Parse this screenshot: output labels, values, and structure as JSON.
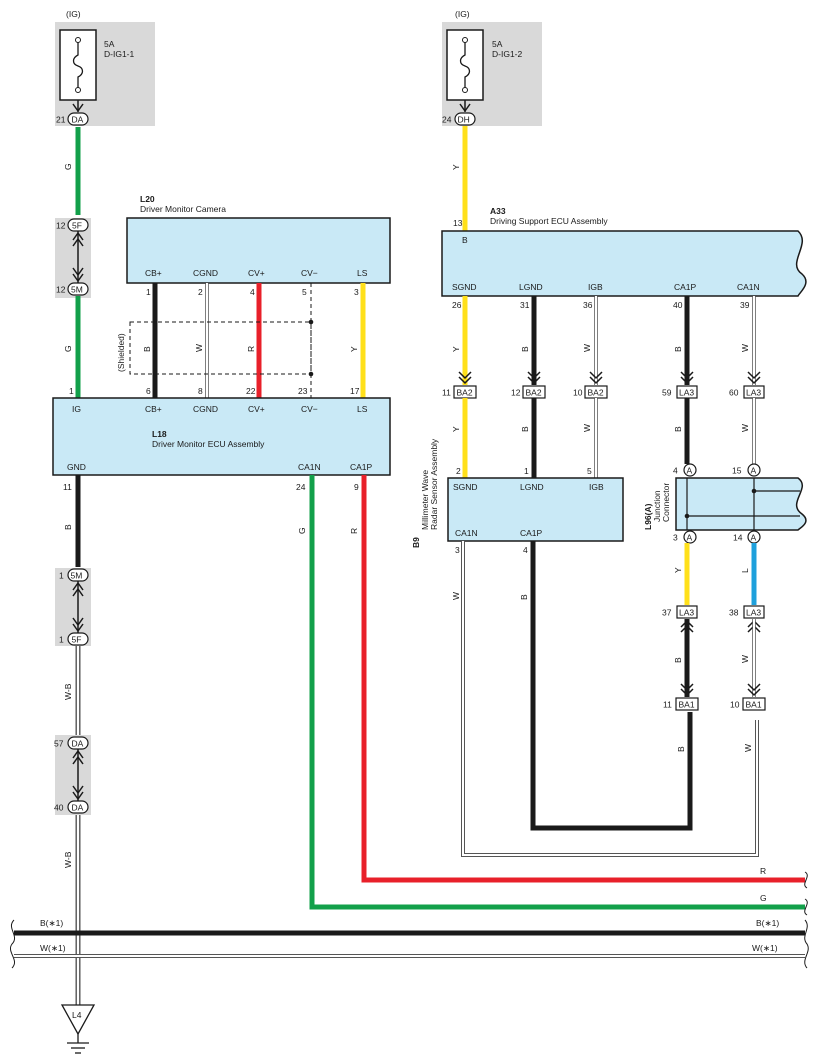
{
  "colors": {
    "ecu_fill": "#c9e9f6",
    "shade": "#d9d9d9",
    "green": "#12a04a",
    "red": "#e8202a",
    "yellow": "#ffe01a",
    "blue": "#1ea0dc",
    "black": "#1a1a1a",
    "white_wire": "#ffffff",
    "white_outline": "#555555"
  },
  "fuse1": {
    "supply": "(IG)",
    "rating": "5A",
    "name": "D-IG1-1",
    "pin": "21",
    "connector": "DA"
  },
  "fuse2": {
    "supply": "(IG)",
    "rating": "5A",
    "name": "D-IG1-2",
    "pin": "24",
    "connector": "DH"
  },
  "left_wire": {
    "c1": "G",
    "j1_top_pin": "12",
    "j1_top_conn": "5F",
    "j1_bot_pin": "12",
    "j1_bot_conn": "5M",
    "c2": "G",
    "j2_top_pin": "1",
    "j2_top_conn": "5M",
    "j2_bot_pin": "1",
    "j2_bot_conn": "5F",
    "c3": "W-B",
    "j3_top_pin": "57",
    "j3_top_conn": "DA",
    "j3_bot_pin": "40",
    "j3_bot_conn": "DA",
    "c4": "W-B",
    "ground": "L4"
  },
  "l20": {
    "code": "L20",
    "name": "Driver Monitor Camera",
    "terminals": [
      "CB+",
      "CGND",
      "CV+",
      "CV−",
      "LS"
    ],
    "pins": [
      "1",
      "2",
      "4",
      "5",
      "3"
    ]
  },
  "shielded": {
    "label": "(Shielded)",
    "colors": [
      "B",
      "W",
      "R",
      "Y"
    ]
  },
  "l18": {
    "code": "L18",
    "name": "Driver Monitor ECU Assembly",
    "top_pins": [
      "1",
      "6",
      "8",
      "22",
      "23",
      "17"
    ],
    "top_terminals": [
      "IG",
      "CB+",
      "CGND",
      "CV+",
      "CV−",
      "LS"
    ],
    "bottom_terminals": [
      "GND",
      "CA1N",
      "CA1P"
    ],
    "bottom_pins": [
      "11",
      "24",
      "9"
    ],
    "bottom_colors": [
      "B",
      "G",
      "R"
    ]
  },
  "a33": {
    "code": "A33",
    "name": "Driving Support ECU Assembly",
    "input_pin": "13",
    "input_color": "Y",
    "input_terminal": "B",
    "terminals": [
      "SGND",
      "LGND",
      "IGB",
      "CA1P",
      "CA1N"
    ],
    "pins": [
      "26",
      "31",
      "36",
      "40",
      "39"
    ],
    "colors_upper": [
      "Y",
      "B",
      "W",
      "B",
      "W"
    ],
    "connector_pins": [
      "11",
      "12",
      "10",
      "59",
      "60"
    ],
    "connector_names": [
      "BA2",
      "BA2",
      "BA2",
      "LA3",
      "LA3"
    ],
    "colors_lower": [
      "Y",
      "B",
      "W",
      "B",
      "W"
    ]
  },
  "b9": {
    "code": "B9",
    "name_line1": "Millimeter Wave",
    "name_line2": "Radar Sensor Assembly",
    "top_pins": [
      "2",
      "1",
      "5"
    ],
    "top_terminals": [
      "SGND",
      "LGND",
      "IGB"
    ],
    "bottom_terminals": [
      "CA1N",
      "CA1P"
    ],
    "bottom_pins": [
      "3",
      "4"
    ],
    "bottom_colors": [
      "W",
      "B"
    ]
  },
  "l96": {
    "code": "L96(A)",
    "name_line1": "Junction",
    "name_line2": "Connector",
    "top_pins": [
      "4",
      "15"
    ],
    "bottom_pins": [
      "3",
      "14"
    ],
    "letter": "A",
    "colors_out": [
      "Y",
      "L"
    ],
    "conn_a_pins": [
      "37",
      "38"
    ],
    "conn_a_names": [
      "LA3",
      "LA3"
    ],
    "colors_mid": [
      "B",
      "W"
    ],
    "conn_b_pins": [
      "11",
      "10"
    ],
    "conn_b_names": [
      "BA1",
      "BA1"
    ],
    "colors_bot": [
      "B",
      "W"
    ]
  },
  "buses": {
    "r": "R",
    "g": "G",
    "b_left": "B(∗1)",
    "b_right": "B(∗1)",
    "w_left": "W(∗1)",
    "w_right": "W(∗1)"
  }
}
